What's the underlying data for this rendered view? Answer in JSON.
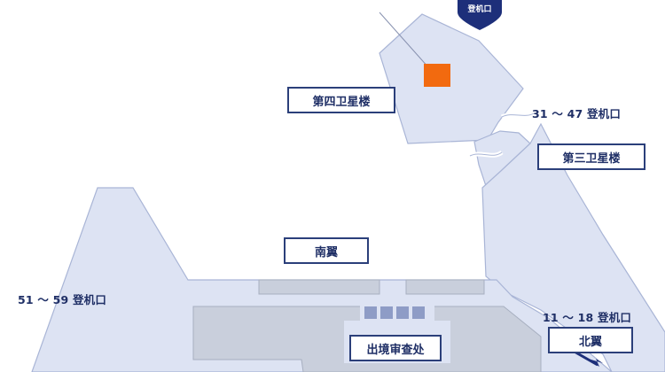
{
  "colors": {
    "building_fill": "#dde3f3",
    "building_stroke": "#a9b5d6",
    "hall_fill": "#c9cfdc",
    "hall_stroke": "#a7afc0",
    "label_border": "#2b3f7a",
    "text": "#1f2f66",
    "highlight": "#f26a0f",
    "pin": "#1d2f7a"
  },
  "top_pin": {
    "icon": "map-pin-icon",
    "label": "登机口"
  },
  "labels": {
    "satellite_4": "第四卫星楼",
    "satellite_3": "第三卫星楼",
    "south_wing": "南翼",
    "north_wing": "北翼",
    "immigration": "出境审查处"
  },
  "gates": {
    "gates_31_47": "31 ～ 47 登机口",
    "gates_51_59": "51 ～ 59 登机口",
    "gates_11_18": "11 ～ 18 登机口"
  },
  "arrow_icon": "walking-arrow-icon"
}
